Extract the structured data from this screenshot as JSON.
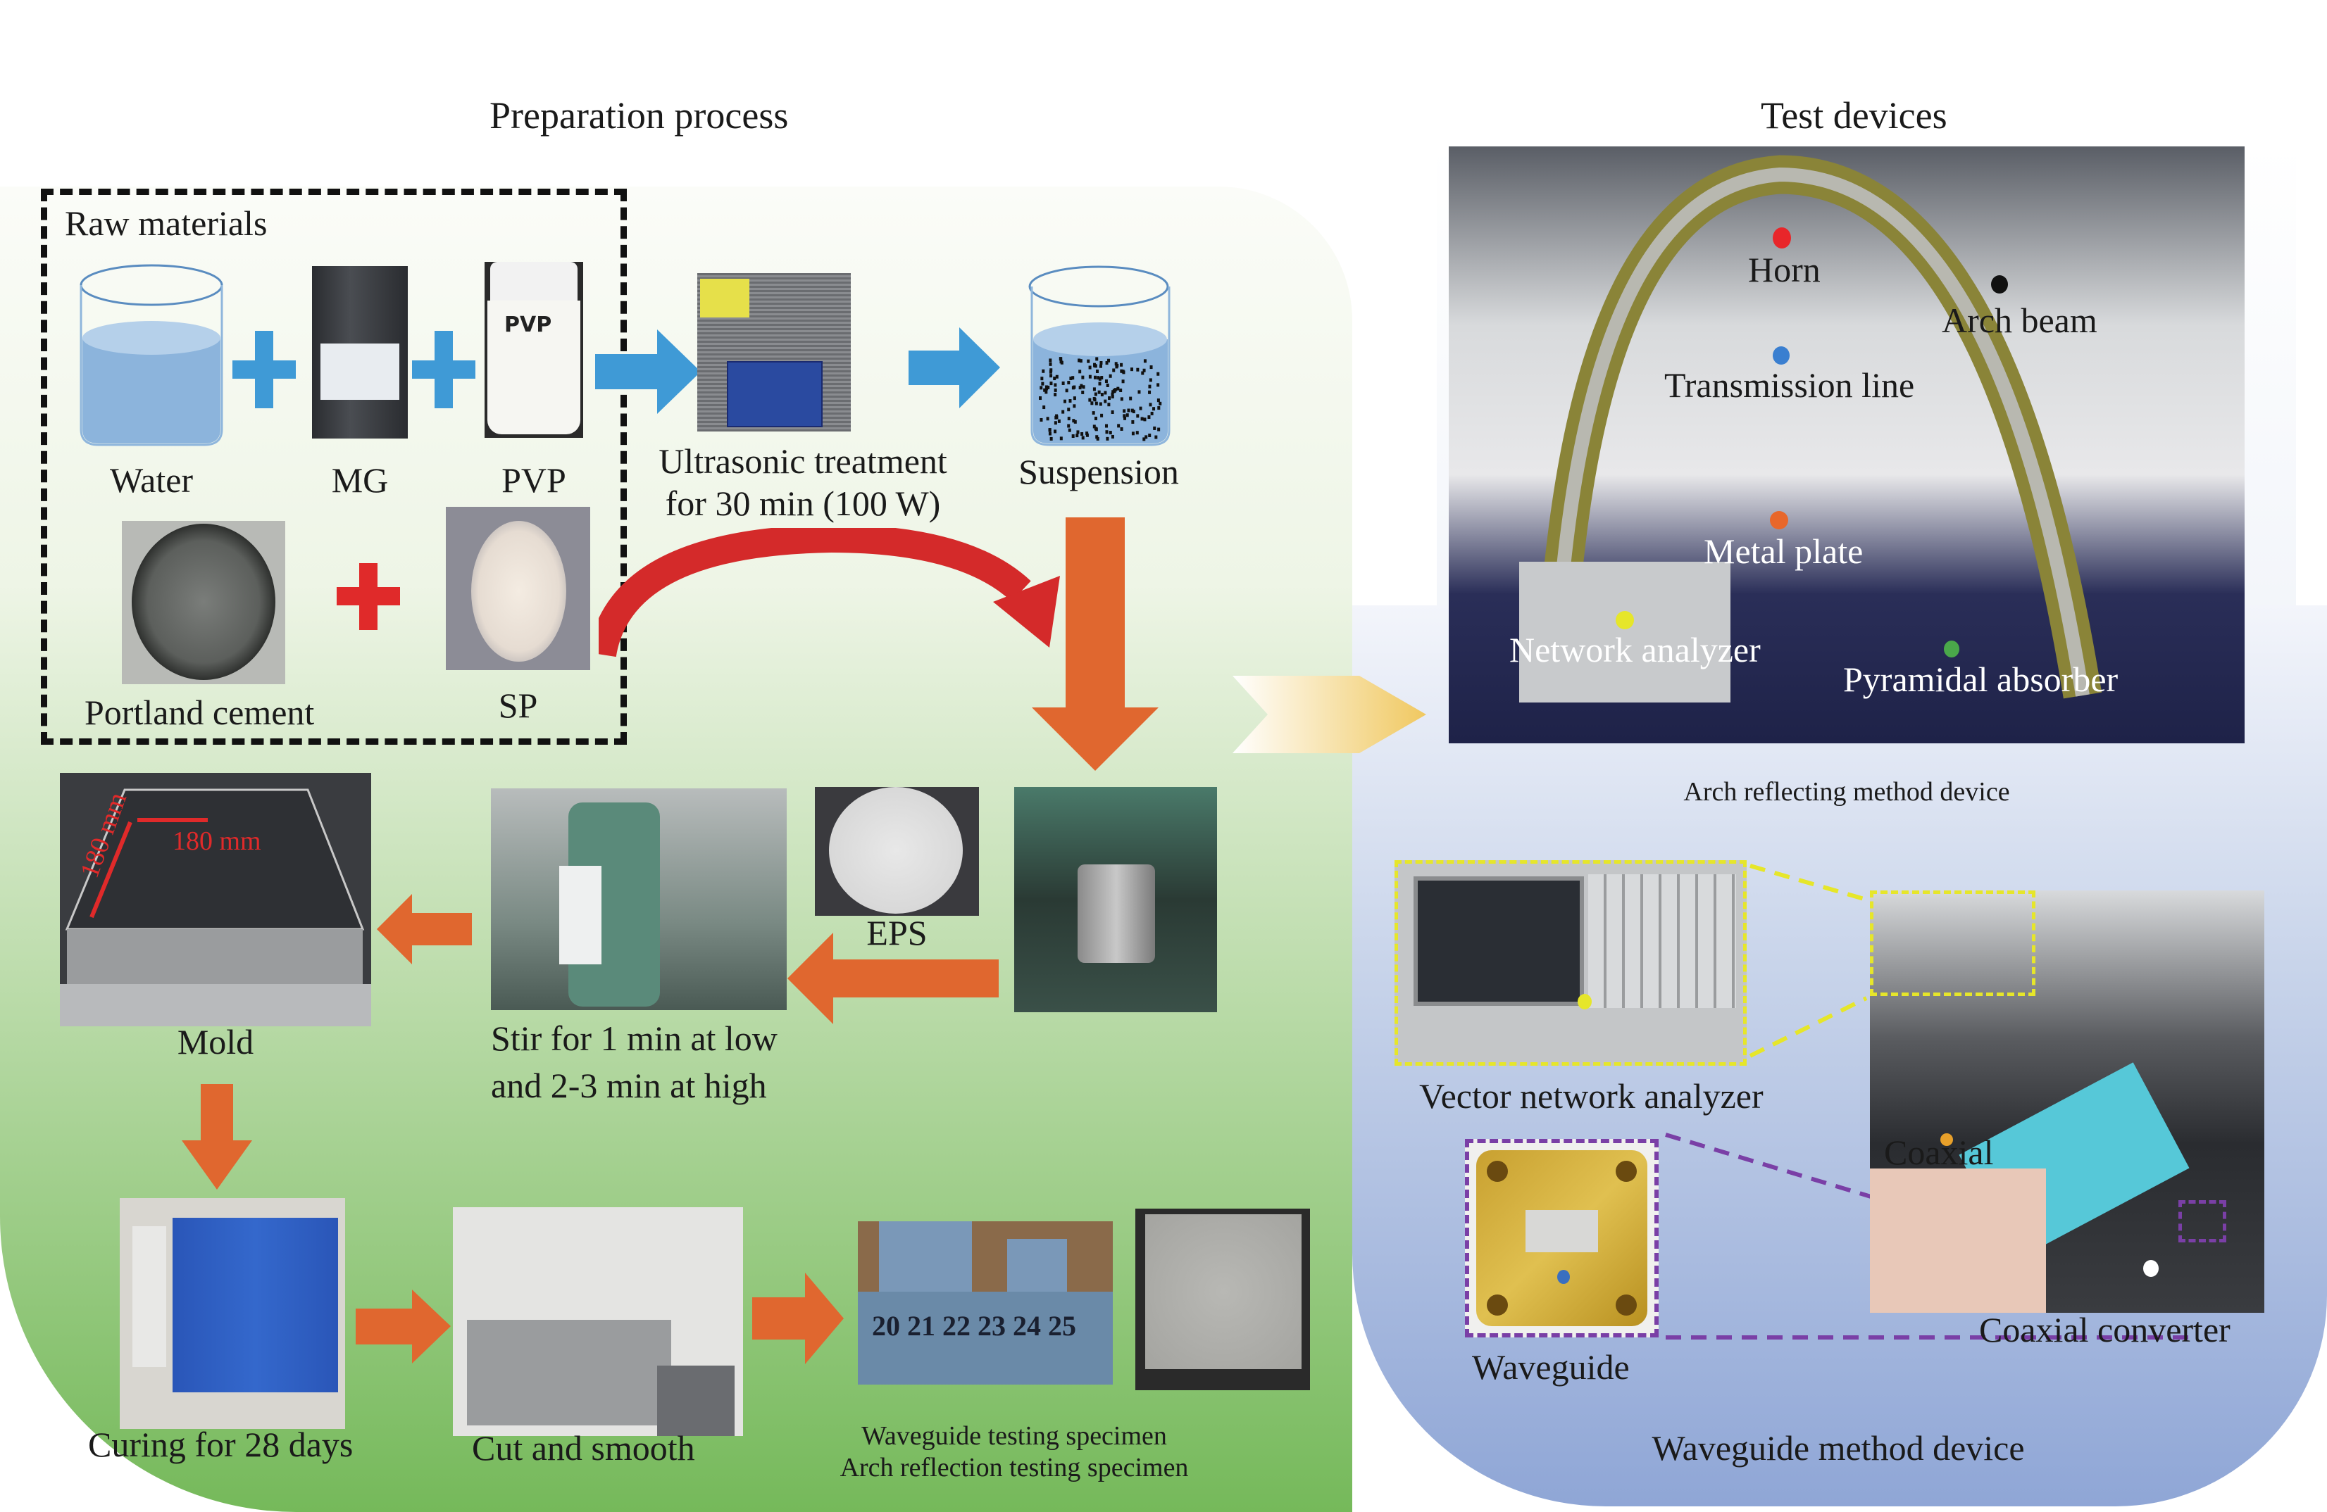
{
  "sections": {
    "preparation_title": "Preparation process",
    "test_title": "Test devices"
  },
  "raw_materials": {
    "title": "Raw materials",
    "items": [
      "Water",
      "MG",
      "PVP",
      "Portland cement",
      "SP"
    ]
  },
  "steps": {
    "ultrasonic": [
      "Ultrasonic treatment",
      "for 30 min (100 W)"
    ],
    "suspension": "Suspension",
    "eps": "EPS",
    "stir": [
      "Stir for 1 min at low",
      "and 2-3 min at high"
    ],
    "mold": "Mold",
    "mold_dimension_1": "180 mm",
    "mold_dimension_2": "180 mm",
    "curing": "Curing for 28 days",
    "cut": "Cut and smooth",
    "specimens": [
      "Waveguide testing specimen",
      "Arch reflection testing specimen"
    ],
    "ruler_numbers": "20 21 22 23 24 25"
  },
  "arch_device": {
    "caption": "Arch reflecting method device",
    "labels": [
      {
        "text": "Horn",
        "dot_color": "#e8262a"
      },
      {
        "text": "Arch beam",
        "dot_color": "#111111"
      },
      {
        "text": "Transmission line",
        "dot_color": "#3a7fd0"
      },
      {
        "text": "Metal plate",
        "dot_color": "#e8672a"
      },
      {
        "text": "Network analyzer",
        "dot_color": "#e6e62a"
      },
      {
        "text": "Pyramidal absorber",
        "dot_color": "#4aa84a"
      }
    ]
  },
  "waveguide_device": {
    "caption": "Waveguide method device",
    "labels": {
      "vna": "Vector network analyzer",
      "waveguide": "Waveguide",
      "coaxial": "Coaxial",
      "converter": "Coaxial converter"
    },
    "colors": {
      "vna_frame": "#e6e62a",
      "waveguide_frame": "#7a3fa6",
      "coaxial_dot": "#e8a02a",
      "waveguide_dot": "#3a6fc0",
      "converter_dot": "#ffffff"
    }
  },
  "colors": {
    "blue_arrow": "#3f9ad6",
    "orange_arrow": "#e0672f",
    "red_curve": "#d42a2a",
    "red_plus": "#e02a2a",
    "yellow_chevron": "#f0c860"
  }
}
